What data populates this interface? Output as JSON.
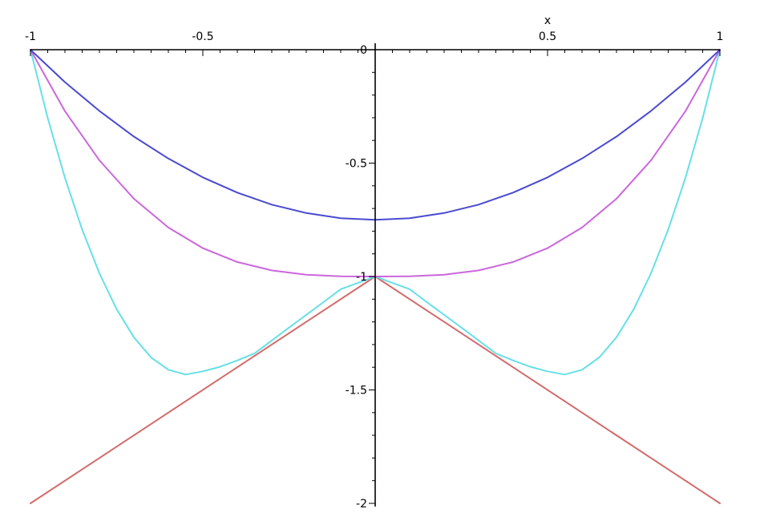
{
  "chart_data": {
    "type": "line",
    "title": "",
    "xlabel": "x",
    "ylabel": "",
    "xlim": [
      -1,
      1
    ],
    "ylim": [
      -2,
      0
    ],
    "grid": false,
    "legend": "none",
    "x_ticks": [
      -1,
      -0.5,
      0.5,
      1
    ],
    "x_tick_labels": [
      "-1",
      "-0.5",
      "0.5",
      "1"
    ],
    "x_minor_step": 0.05,
    "y_ticks": [
      0,
      -0.5,
      -1,
      -1.5,
      -2
    ],
    "y_tick_labels": [
      "0",
      "-0.5",
      "-1",
      "-1.5",
      "-2"
    ],
    "y_minor_step": 0.1,
    "series": [
      {
        "color": "#d46a6a",
        "x": [
          -1,
          -0.8,
          -0.6,
          -0.4,
          -0.2,
          0,
          0.2,
          0.4,
          0.6,
          0.8,
          1
        ],
        "y": [
          -2,
          -1.8,
          -1.6,
          -1.4,
          -1.2,
          -1,
          -1.2,
          -1.4,
          -1.6,
          -1.8,
          -2
        ]
      },
      {
        "color": "#66e0e6",
        "x": [
          -1,
          -0.95,
          -0.9,
          -0.85,
          -0.8,
          -0.75,
          -0.7,
          -0.65,
          -0.6,
          -0.55,
          -0.5,
          -0.45,
          -0.4,
          -0.35,
          -0.3,
          -0.25,
          -0.2,
          -0.15,
          -0.1,
          -0.05,
          0,
          0.05,
          0.1,
          0.15,
          0.2,
          0.25,
          0.3,
          0.35,
          0.4,
          0.45,
          0.5,
          0.55,
          0.6,
          0.65,
          0.7,
          0.75,
          0.8,
          0.85,
          0.9,
          0.95,
          1
        ],
        "y": [
          0,
          -0.301,
          -0.565,
          -0.793,
          -0.986,
          -1.144,
          -1.268,
          -1.357,
          -1.411,
          -1.432,
          -1.418,
          -1.398,
          -1.37,
          -1.339,
          -1.282,
          -1.225,
          -1.169,
          -1.113,
          -1.056,
          -1.028,
          -1,
          -1.028,
          -1.056,
          -1.113,
          -1.169,
          -1.225,
          -1.282,
          -1.339,
          -1.37,
          -1.398,
          -1.418,
          -1.432,
          -1.411,
          -1.357,
          -1.268,
          -1.144,
          -0.986,
          -0.793,
          -0.565,
          -0.301,
          0
        ]
      },
      {
        "color": "#cc66dd",
        "x": [
          -1,
          -0.9,
          -0.8,
          -0.7,
          -0.6,
          -0.5,
          -0.4,
          -0.3,
          -0.2,
          -0.1,
          0,
          0.1,
          0.2,
          0.3,
          0.4,
          0.5,
          0.6,
          0.7,
          0.8,
          0.9,
          1
        ],
        "y": [
          0,
          -0.271,
          -0.488,
          -0.657,
          -0.784,
          -0.875,
          -0.936,
          -0.973,
          -0.992,
          -0.999,
          -1,
          -0.999,
          -0.992,
          -0.973,
          -0.936,
          -0.875,
          -0.784,
          -0.657,
          -0.488,
          -0.271,
          0
        ]
      },
      {
        "color": "#4a4ad0",
        "x": [
          -1,
          -0.9,
          -0.8,
          -0.7,
          -0.6,
          -0.5,
          -0.4,
          -0.3,
          -0.2,
          -0.1,
          0,
          0.1,
          0.2,
          0.3,
          0.4,
          0.5,
          0.6,
          0.7,
          0.8,
          0.9,
          1
        ],
        "y": [
          0,
          -0.143,
          -0.27,
          -0.383,
          -0.48,
          -0.563,
          -0.63,
          -0.683,
          -0.72,
          -0.743,
          -0.75,
          -0.743,
          -0.72,
          -0.683,
          -0.63,
          -0.563,
          -0.48,
          -0.383,
          -0.27,
          -0.143,
          0
        ]
      }
    ]
  }
}
